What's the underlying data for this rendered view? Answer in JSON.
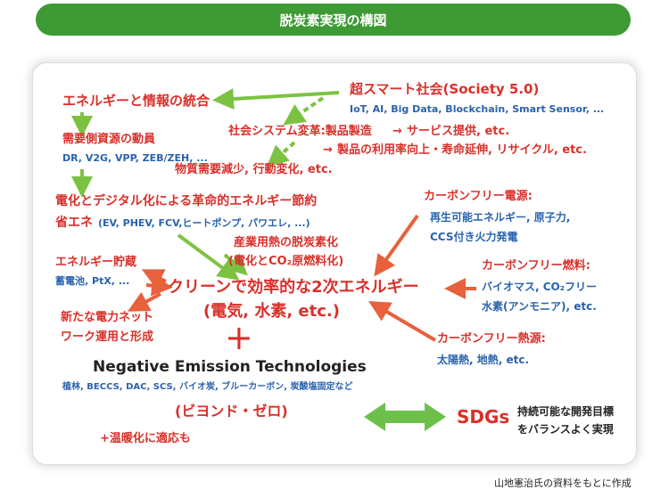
{
  "banner": {
    "title": "脱炭素実現の構図"
  },
  "society": {
    "title": "超スマート社会(Society 5.0)",
    "subtitle": "IoT, AI, Big Data, Blockchain, Smart Sensor, ..."
  },
  "integration": {
    "title": "エネルギーと情報の統合"
  },
  "social_change": {
    "title": "社会システム変革:製品製造",
    "arrow1": "→",
    "service": "サービス提供, etc.",
    "arrow2": "→",
    "product": "製品の利用率向上・寿命延伸, リサイクル, etc.",
    "behavior": "物質需要減少, 行動変化, etc."
  },
  "demand_side": {
    "title": "需要側資源の動員",
    "subtitle": "DR, V2G, VPP, ZEB/ZEH, ..."
  },
  "electrification": {
    "line1": "電化とデジタル化による革命的エネルギー節約",
    "line2_red": "省エネ",
    "line2_blue": "(EV, PHEV, FCV,ヒートポンプ, パワエレ, ...)"
  },
  "industrial_heat": {
    "line1": "産業用熱の脱炭素化",
    "line2": "(電化とCO₂原燃料化)"
  },
  "storage": {
    "title": "エネルギー貯蔵",
    "subtitle": "蓄電池, PtX, ..."
  },
  "grid": {
    "line1": "新たな電力ネット",
    "line2": "ワーク運用と形成"
  },
  "center": {
    "line1": "クリーンで効率的な2次エネルギー",
    "line2": "(電気, 水素, etc.)"
  },
  "power": {
    "title": "カーボンフリー電源:",
    "line1": "再生可能エネルギー, 原子力,",
    "line2": "CCS付き火力発電"
  },
  "fuel": {
    "title": "カーボンフリー燃料:",
    "line1": "バイオマス, CO₂フリー",
    "line2": "水素(アンモニア), etc."
  },
  "heat": {
    "title": "カーボンフリー熱源:",
    "line1": "太陽熱, 地熱, etc."
  },
  "plus": {
    "symbol": "+"
  },
  "net": {
    "title": "Negative Emission Technologies",
    "subtitle": "植林, BECCS, DAC, SCS, バイオ炭, ブルーカーボン, 炭酸塩固定など",
    "zero": "(ビヨンド・ゼロ)"
  },
  "adapt": {
    "text": "+温暖化に適応も"
  },
  "sdgs": {
    "label": "SDGs",
    "line1": "持続可能な開発目標",
    "line2": "をバランスよく実現"
  },
  "source": {
    "text": "山地憲治氏の資料をもとに作成"
  },
  "colors": {
    "green": "#3d9a34",
    "red": "#d9302a",
    "blue": "#2a63ad",
    "arrow_green": "#7cc242",
    "arrow_orange": "#e8603c"
  }
}
